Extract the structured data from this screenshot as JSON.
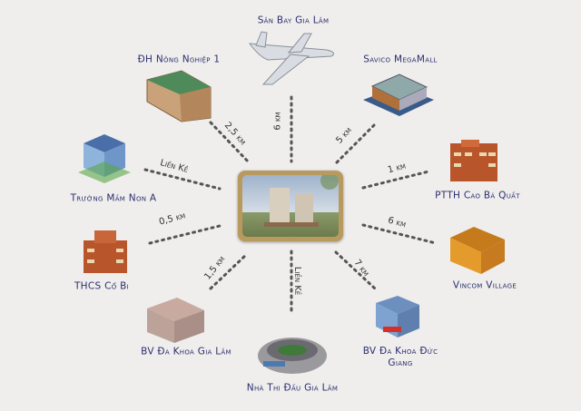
{
  "center": {
    "name": "project-photo"
  },
  "places": [
    {
      "id": "airport",
      "name": "Sân Bay Gia Lâm",
      "distance": "6 km"
    },
    {
      "id": "university",
      "name": "ĐH Nông Nghiệp 1",
      "distance": "2,5 km"
    },
    {
      "id": "mall",
      "name": "Savico MegaMall",
      "distance": "5 km"
    },
    {
      "id": "kindergarten",
      "name": "Trường Mầm Non A",
      "distance": "Liền Kề"
    },
    {
      "id": "highschool",
      "name": "PTTH Cao Bá Quất",
      "distance": "1 km"
    },
    {
      "id": "middleschool",
      "name": "THCS Cổ Bi",
      "distance": "0,5 km"
    },
    {
      "id": "vincom",
      "name": "Vincom Village",
      "distance": "6 km"
    },
    {
      "id": "hospital-gialam",
      "name": "BV Đa Khoa Gia Lâm",
      "distance": "1,5 km"
    },
    {
      "id": "stadium",
      "name": "Nhà Thi Đấu Gia Lâm",
      "distance": "Liền Kề"
    },
    {
      "id": "hospital-ducgiang",
      "name": "BV Đa Khoa Đức Giang",
      "distance": "7 km"
    }
  ],
  "colors": {
    "label": "#2b2d6e",
    "background": "#efeeec",
    "frame": "#b89a5e"
  }
}
